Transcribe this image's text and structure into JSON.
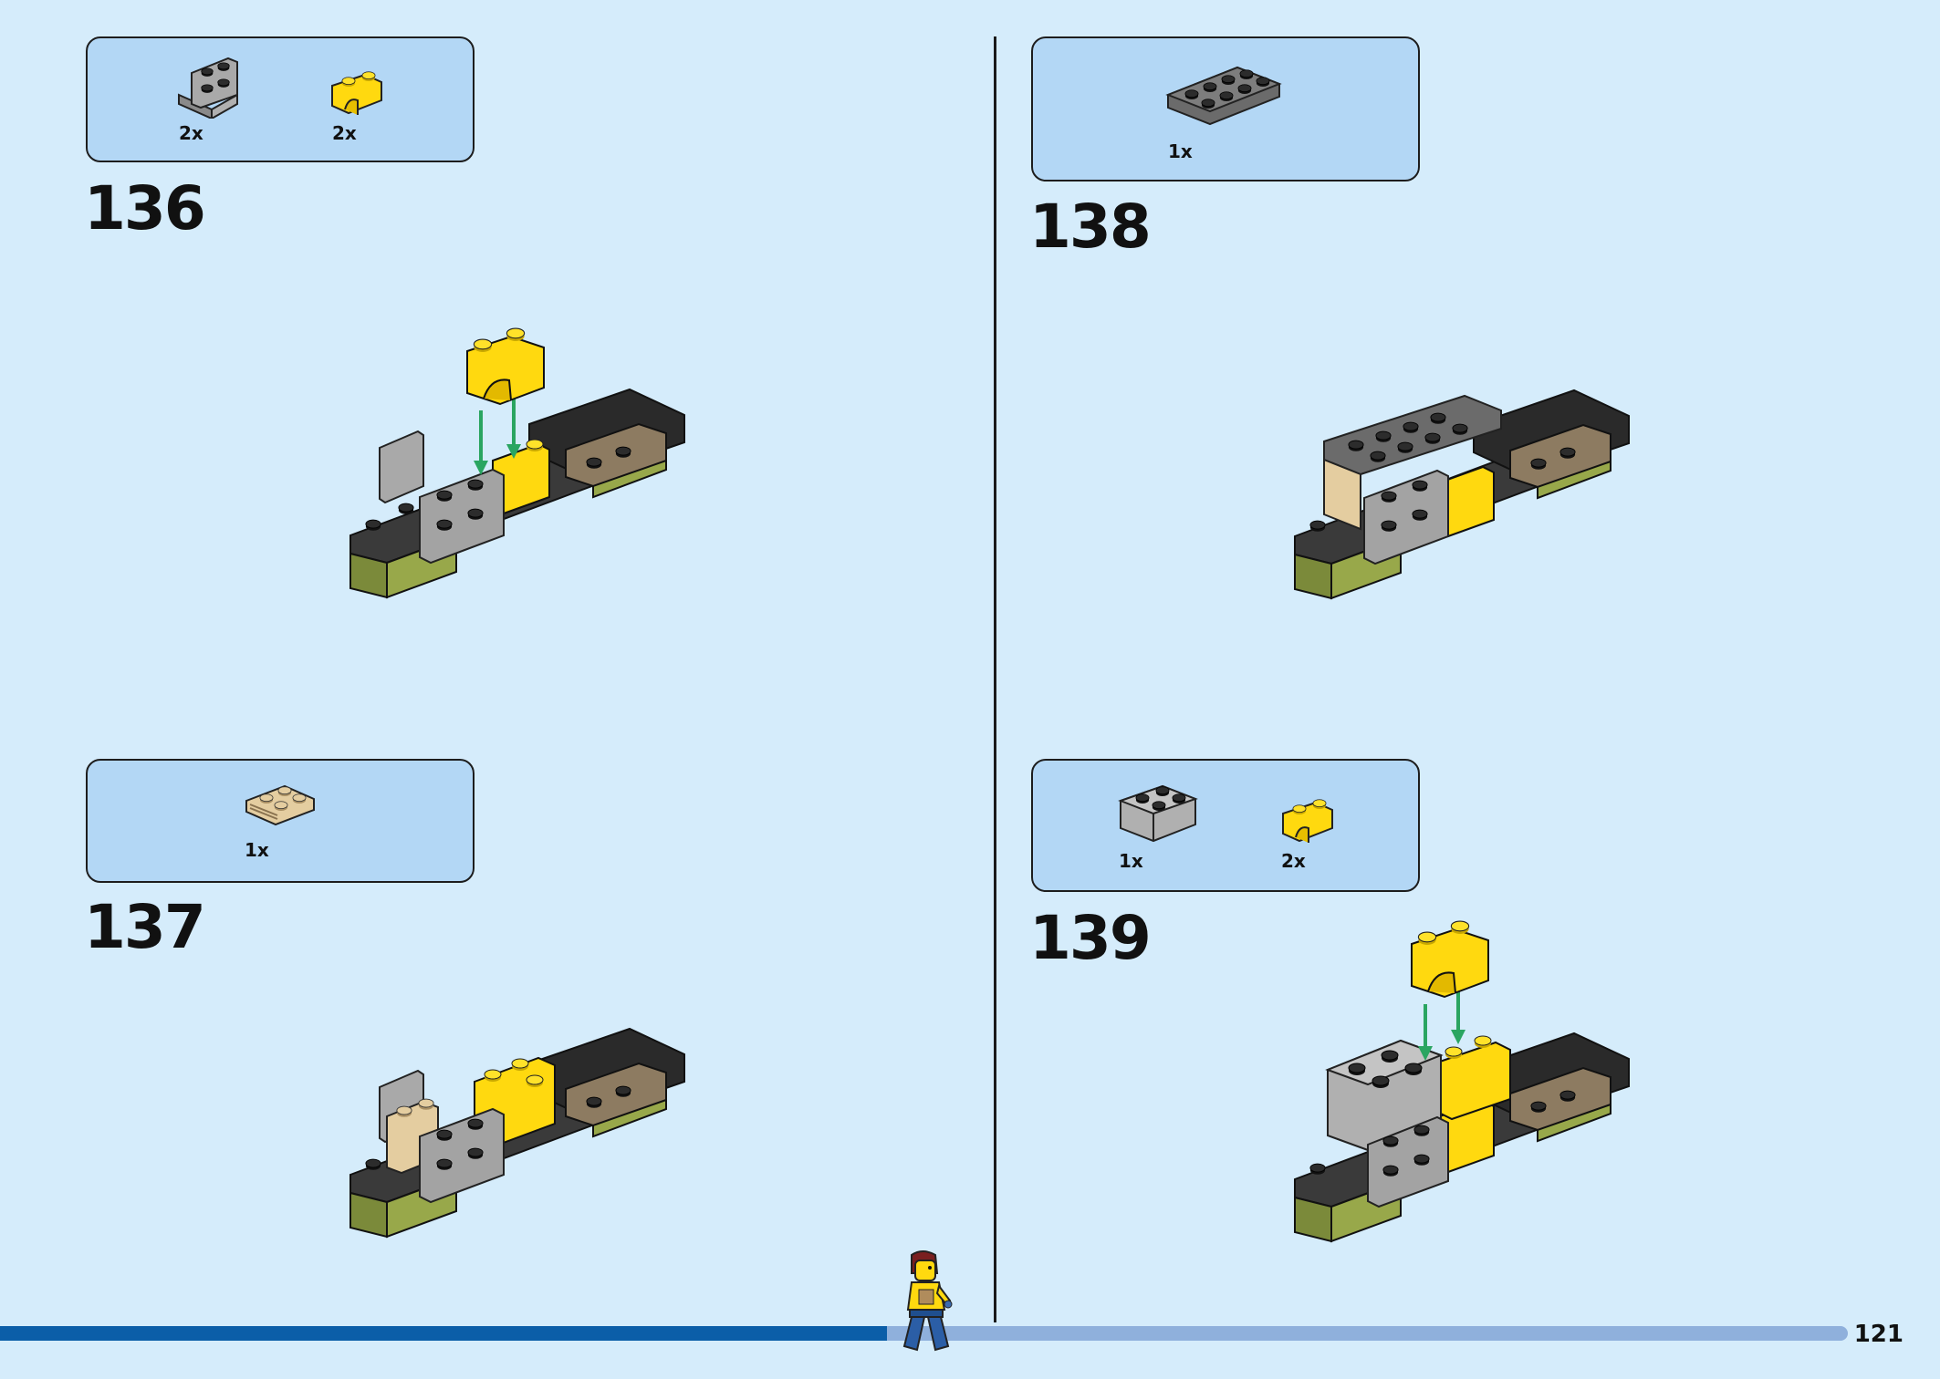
{
  "page": {
    "number": "121"
  },
  "progress": {
    "fraction": 0.48
  },
  "steps": [
    {
      "number": "136",
      "parts": [
        {
          "icon": "gray-bracket-icon",
          "qty": "2x"
        },
        {
          "icon": "yellow-curved-brick-icon",
          "qty": "2x"
        }
      ]
    },
    {
      "number": "137",
      "parts": [
        {
          "icon": "tan-plate-icon",
          "qty": "1x"
        }
      ]
    },
    {
      "number": "138",
      "parts": [
        {
          "icon": "dark-gray-plate-icon",
          "qty": "1x"
        }
      ]
    },
    {
      "number": "139",
      "parts": [
        {
          "icon": "gray-brick-icon",
          "qty": "1x"
        },
        {
          "icon": "yellow-curved-brick-icon",
          "qty": "2x"
        }
      ]
    }
  ],
  "colors": {
    "background": "#d5ecfb",
    "parts_box": "#b3d7f5",
    "progress_done": "#0b5ea8",
    "progress_remaining": "#8fb0dc"
  }
}
